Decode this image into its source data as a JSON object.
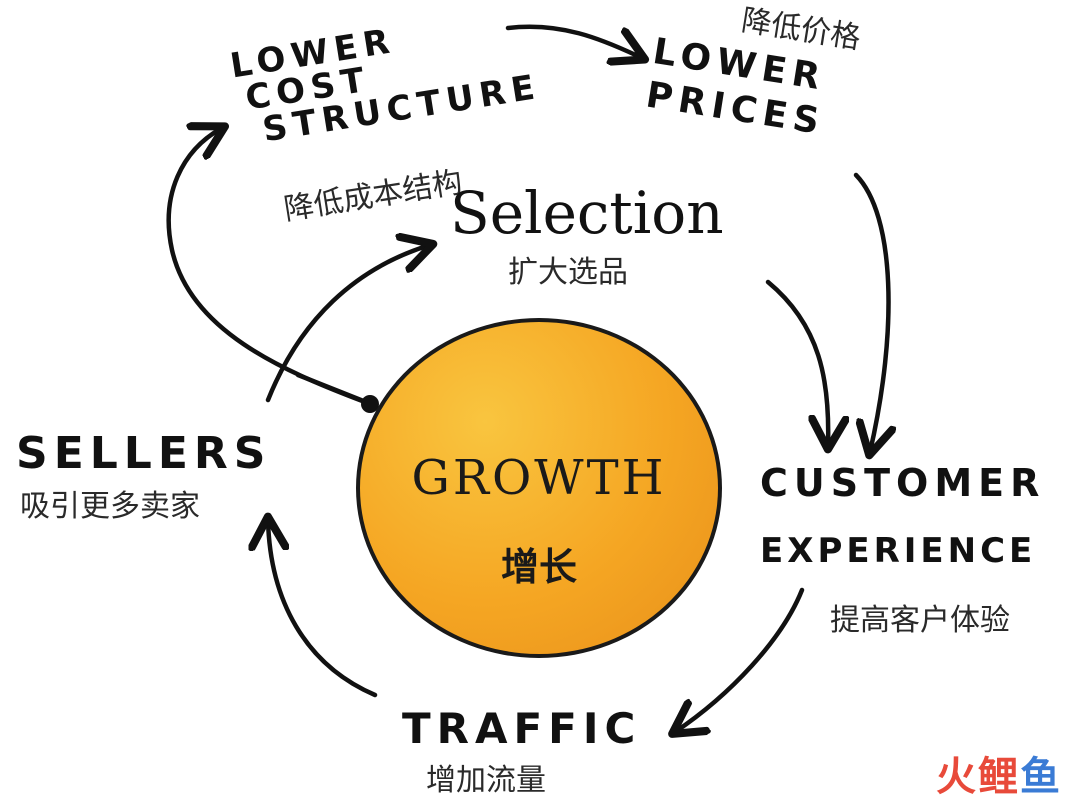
{
  "center": {
    "title": "GROWTH",
    "title_zh": "增长",
    "fill_color": "#f5a623"
  },
  "nodes": {
    "lower_cost_structure": {
      "lines": [
        "LOWER",
        "COST",
        "STRUCTURE"
      ],
      "zh": "降低成本结构"
    },
    "lower_prices": {
      "lines": [
        "LOWER",
        "PRICES"
      ],
      "zh": "降低价格"
    },
    "selection": {
      "label": "Selection",
      "zh": "扩大选品"
    },
    "customer_experience": {
      "lines": [
        "CUSTOMER",
        "EXPERIENCE"
      ],
      "zh": "提高客户体验"
    },
    "traffic": {
      "label": "TRAFFIC",
      "zh": "增加流量"
    },
    "sellers": {
      "label": "SELLERS",
      "zh": "吸引更多卖家"
    }
  },
  "watermark": {
    "char_1": "火",
    "char_2": "鲤",
    "char_3": "鱼",
    "color_1": "#e84a3a",
    "color_2": "#e84a3a",
    "color_3": "#3a7bd5"
  },
  "stroke_color": "#111111"
}
